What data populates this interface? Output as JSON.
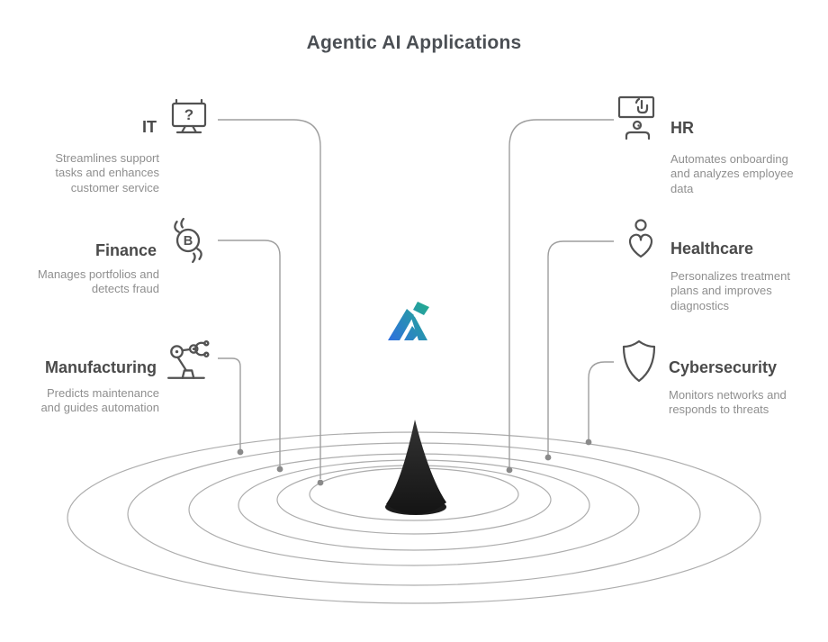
{
  "title": "Agentic AI Applications",
  "brand_logo": {
    "name": "mountain-a-logo",
    "gradient_start": "#2f6fe0",
    "gradient_end": "#21b87f"
  },
  "colors": {
    "background": "#ffffff",
    "title_text": "#4b4f54",
    "label_text": "#4a4a4a",
    "description_text": "#8f8f8f",
    "connector_line": "#9e9e9e",
    "ripple_ring": "#adadad",
    "dot": "#8a8a8a",
    "icon_stroke": "#525252",
    "cone": "#222222"
  },
  "glyphs": {
    "question_mark": "?",
    "currency_b": "B"
  },
  "items": [
    {
      "id": "it",
      "side": "left",
      "label": "IT",
      "description": "Streamlines support tasks and enhances customer service",
      "icon": "monitor-question-icon"
    },
    {
      "id": "finance",
      "side": "left",
      "label": "Finance",
      "description": "Manages portfolios and detects fraud",
      "icon": "hands-bitcoin-icon"
    },
    {
      "id": "manufacturing",
      "side": "left",
      "label": "Manufacturing",
      "description": "Predicts maintenance and guides automation",
      "icon": "robot-arm-icon"
    },
    {
      "id": "hr",
      "side": "right",
      "label": "HR",
      "description": "Automates onboarding and analyzes employee data",
      "icon": "screen-click-person-icon"
    },
    {
      "id": "healthcare",
      "side": "right",
      "label": "Healthcare",
      "description": "Personalizes treatment plans and improves diagnostics",
      "icon": "person-heart-icon"
    },
    {
      "id": "cybersecurity",
      "side": "right",
      "label": "Cybersecurity",
      "description": "Monitors networks and responds to threats",
      "icon": "shield-icon"
    }
  ]
}
